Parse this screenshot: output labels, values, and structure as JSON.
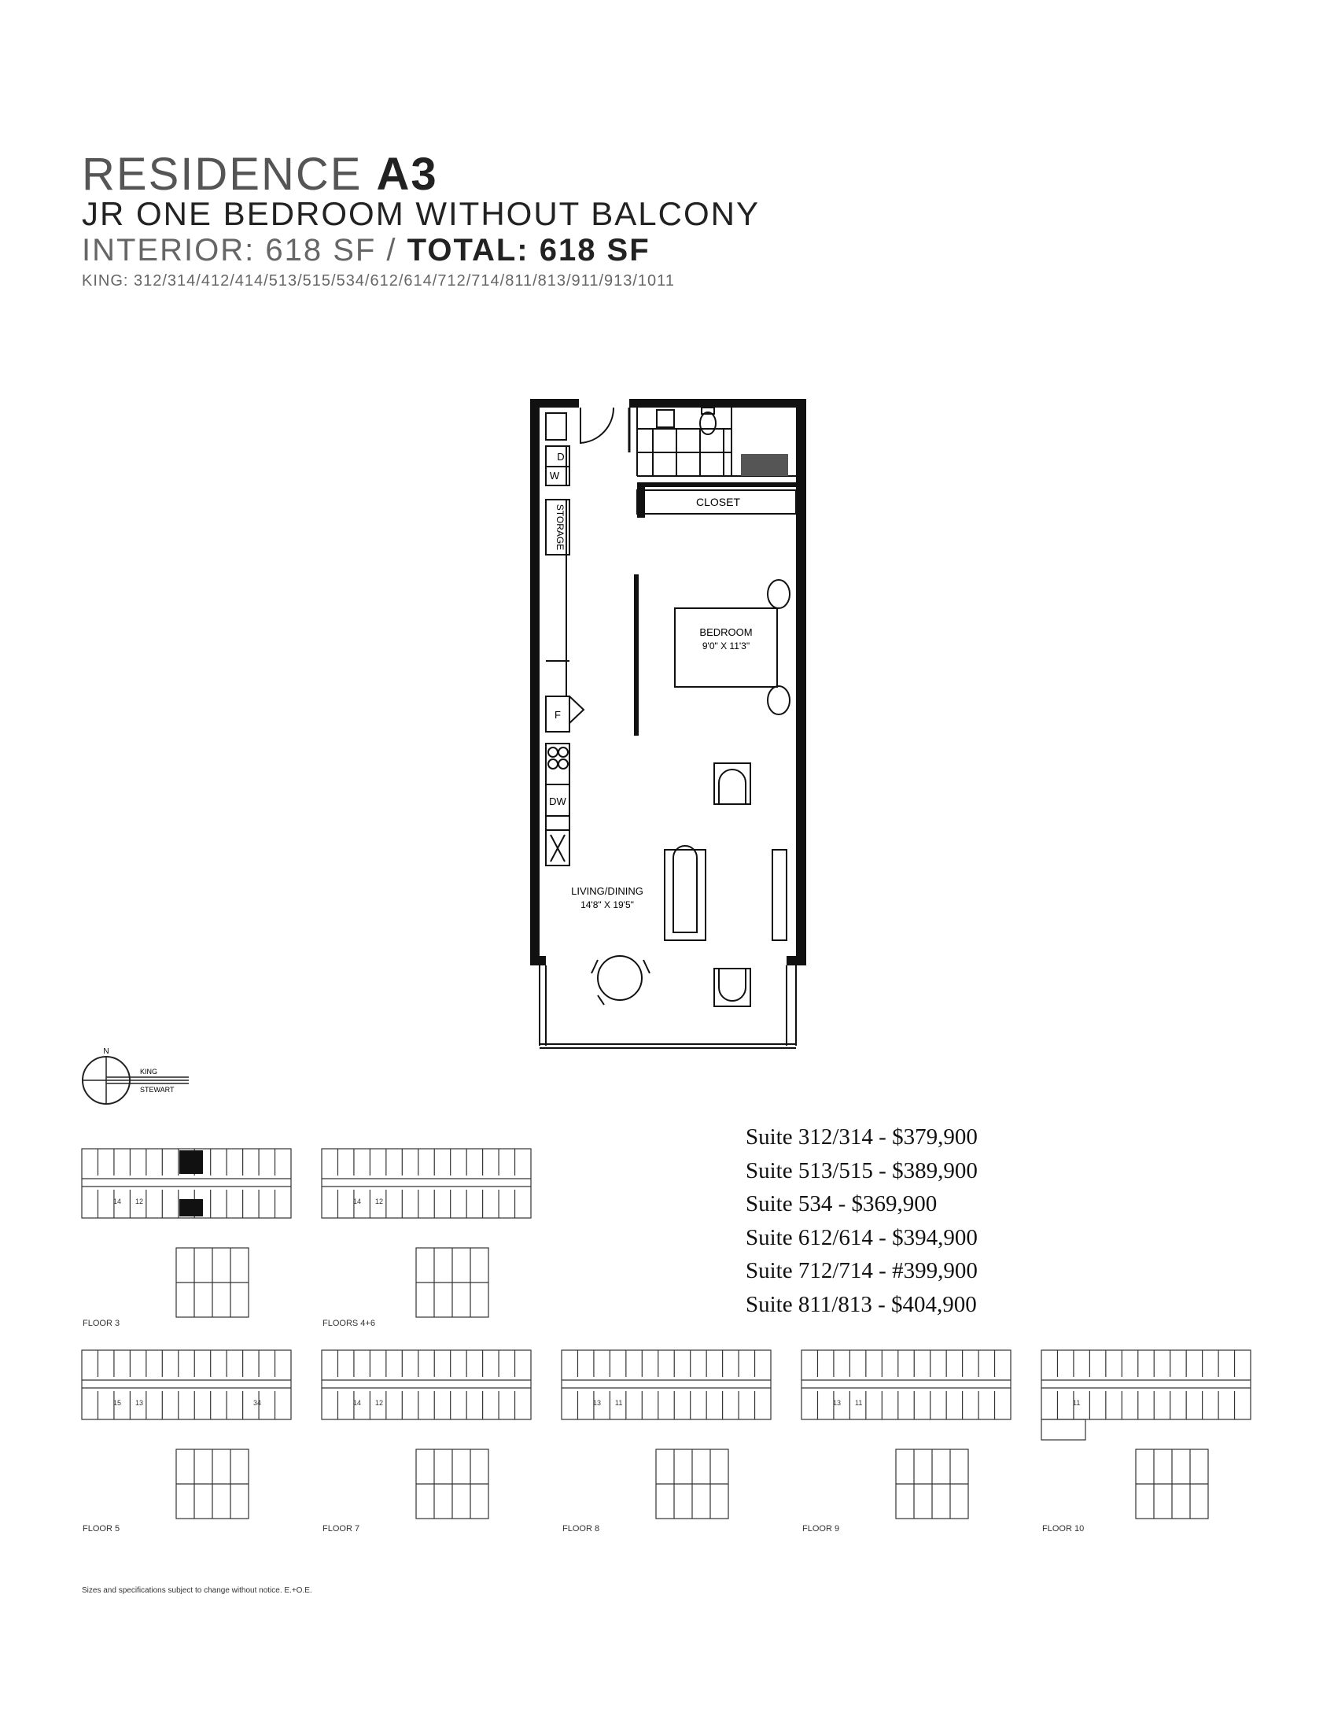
{
  "header": {
    "residence_prefix": "RESIDENCE",
    "residence_code": "A3",
    "unit_type": "JR ONE BEDROOM WITHOUT BALCONY",
    "interior_label": "INTERIOR: 618 SF /",
    "total_label": "TOTAL: 618 SF",
    "suites_line": "KING: 312/314/412/414/513/515/534/612/614/712/714/811/813/911/913/1011"
  },
  "floorplan": {
    "labels": {
      "closet": "CLOSET",
      "storage": "STORAGE",
      "washer_dryer_d": "D",
      "washer_dryer_w": "W",
      "fridge": "F",
      "dishwasher": "DW",
      "bedroom": "BEDROOM",
      "bedroom_dims": "9'0\" X 11'3\"",
      "living": "LIVING/DINING",
      "living_dims": "14'8\" X 19'5\""
    }
  },
  "compass": {
    "north": "N",
    "street_king": "KING",
    "street_stewart": "STEWART"
  },
  "prices": [
    "Suite 312/314 - $379,900",
    "Suite 513/515 - $389,900",
    "Suite 534 - $369,900",
    "Suite 612/614 - $394,900",
    "Suite 712/714 - #399,900",
    "Suite 811/813 - $404,900"
  ],
  "keyplans": {
    "floor3": {
      "label": "FLOOR 3",
      "units": [
        "14",
        "12"
      ]
    },
    "floors46": {
      "label": "FLOORS 4+6",
      "units": [
        "14",
        "12"
      ]
    },
    "floor5": {
      "label": "FLOOR 5",
      "units": [
        "15",
        "13",
        "34"
      ]
    },
    "floor7": {
      "label": "FLOOR 7",
      "units": [
        "14",
        "12"
      ]
    },
    "floor8": {
      "label": "FLOOR 8",
      "units": [
        "13",
        "11"
      ]
    },
    "floor9": {
      "label": "FLOOR 9",
      "units": [
        "13",
        "11"
      ]
    },
    "floor10": {
      "label": "FLOOR 10",
      "units": [
        "11"
      ]
    }
  },
  "disclaimer": "Sizes and specifications subject to change without notice. E.+O.E."
}
